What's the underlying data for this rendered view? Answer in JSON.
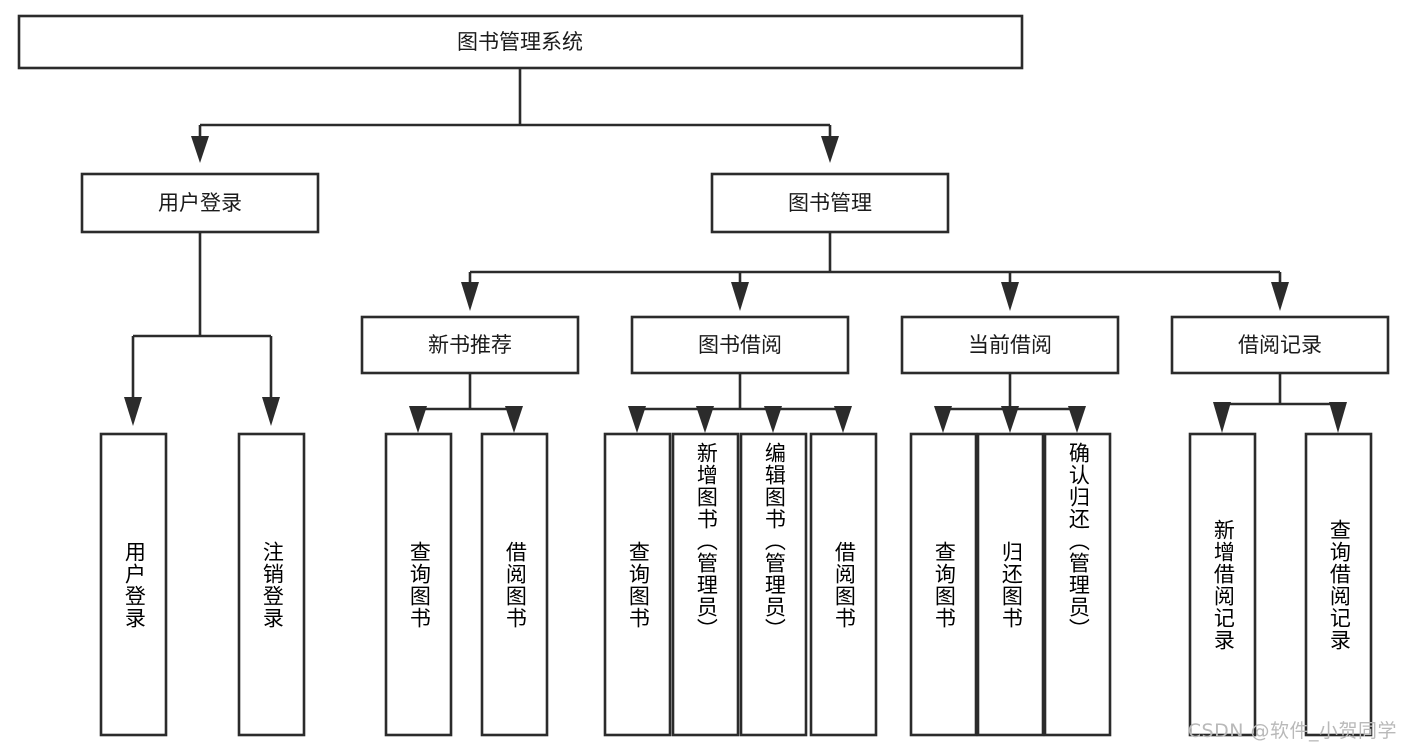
{
  "diagram": {
    "title_node": {
      "label": "图书管理系统"
    },
    "level1": [
      {
        "id": "user-login",
        "label": "用户登录"
      },
      {
        "id": "book-management",
        "label": "图书管理"
      }
    ],
    "level2": [
      {
        "id": "new-book-recommend",
        "label": "新书推荐"
      },
      {
        "id": "book-borrow",
        "label": "图书借阅"
      },
      {
        "id": "current-borrow",
        "label": "当前借阅"
      },
      {
        "id": "borrow-record",
        "label": "借阅记录"
      }
    ],
    "leaves": {
      "user_login": [
        {
          "id": "leaf-user-login",
          "label": "用户登录"
        },
        {
          "id": "leaf-logout-login",
          "label": "注销登录"
        }
      ],
      "new_book_recommend": [
        {
          "id": "leaf-query-book-1",
          "label": "查询图书"
        },
        {
          "id": "leaf-borrow-book-1",
          "label": "借阅图书"
        }
      ],
      "book_borrow": [
        {
          "id": "leaf-query-book-2",
          "label": "查询图书"
        },
        {
          "id": "leaf-add-book-admin",
          "label": "新增图书（管理员）"
        },
        {
          "id": "leaf-edit-book-admin",
          "label": "编辑图书（管理员）"
        },
        {
          "id": "leaf-borrow-book-2",
          "label": "借阅图书"
        }
      ],
      "current_borrow": [
        {
          "id": "leaf-query-book-3",
          "label": "查询图书"
        },
        {
          "id": "leaf-return-book",
          "label": "归还图书"
        },
        {
          "id": "leaf-confirm-return-admin",
          "label": "确认归还（管理员）"
        }
      ],
      "borrow_record": [
        {
          "id": "leaf-add-borrow-record",
          "label": "新增借阅记录"
        },
        {
          "id": "leaf-query-borrow-record",
          "label": "查询借阅记录"
        }
      ]
    }
  },
  "watermark": {
    "text": "CSDN @软件_小贺同学"
  },
  "colors": {
    "stroke": "#2b2b2b",
    "box_fill": "#ffffff",
    "text": "#1b1b1b",
    "watermark": "#b9b9b9",
    "background": "#ffffff"
  }
}
